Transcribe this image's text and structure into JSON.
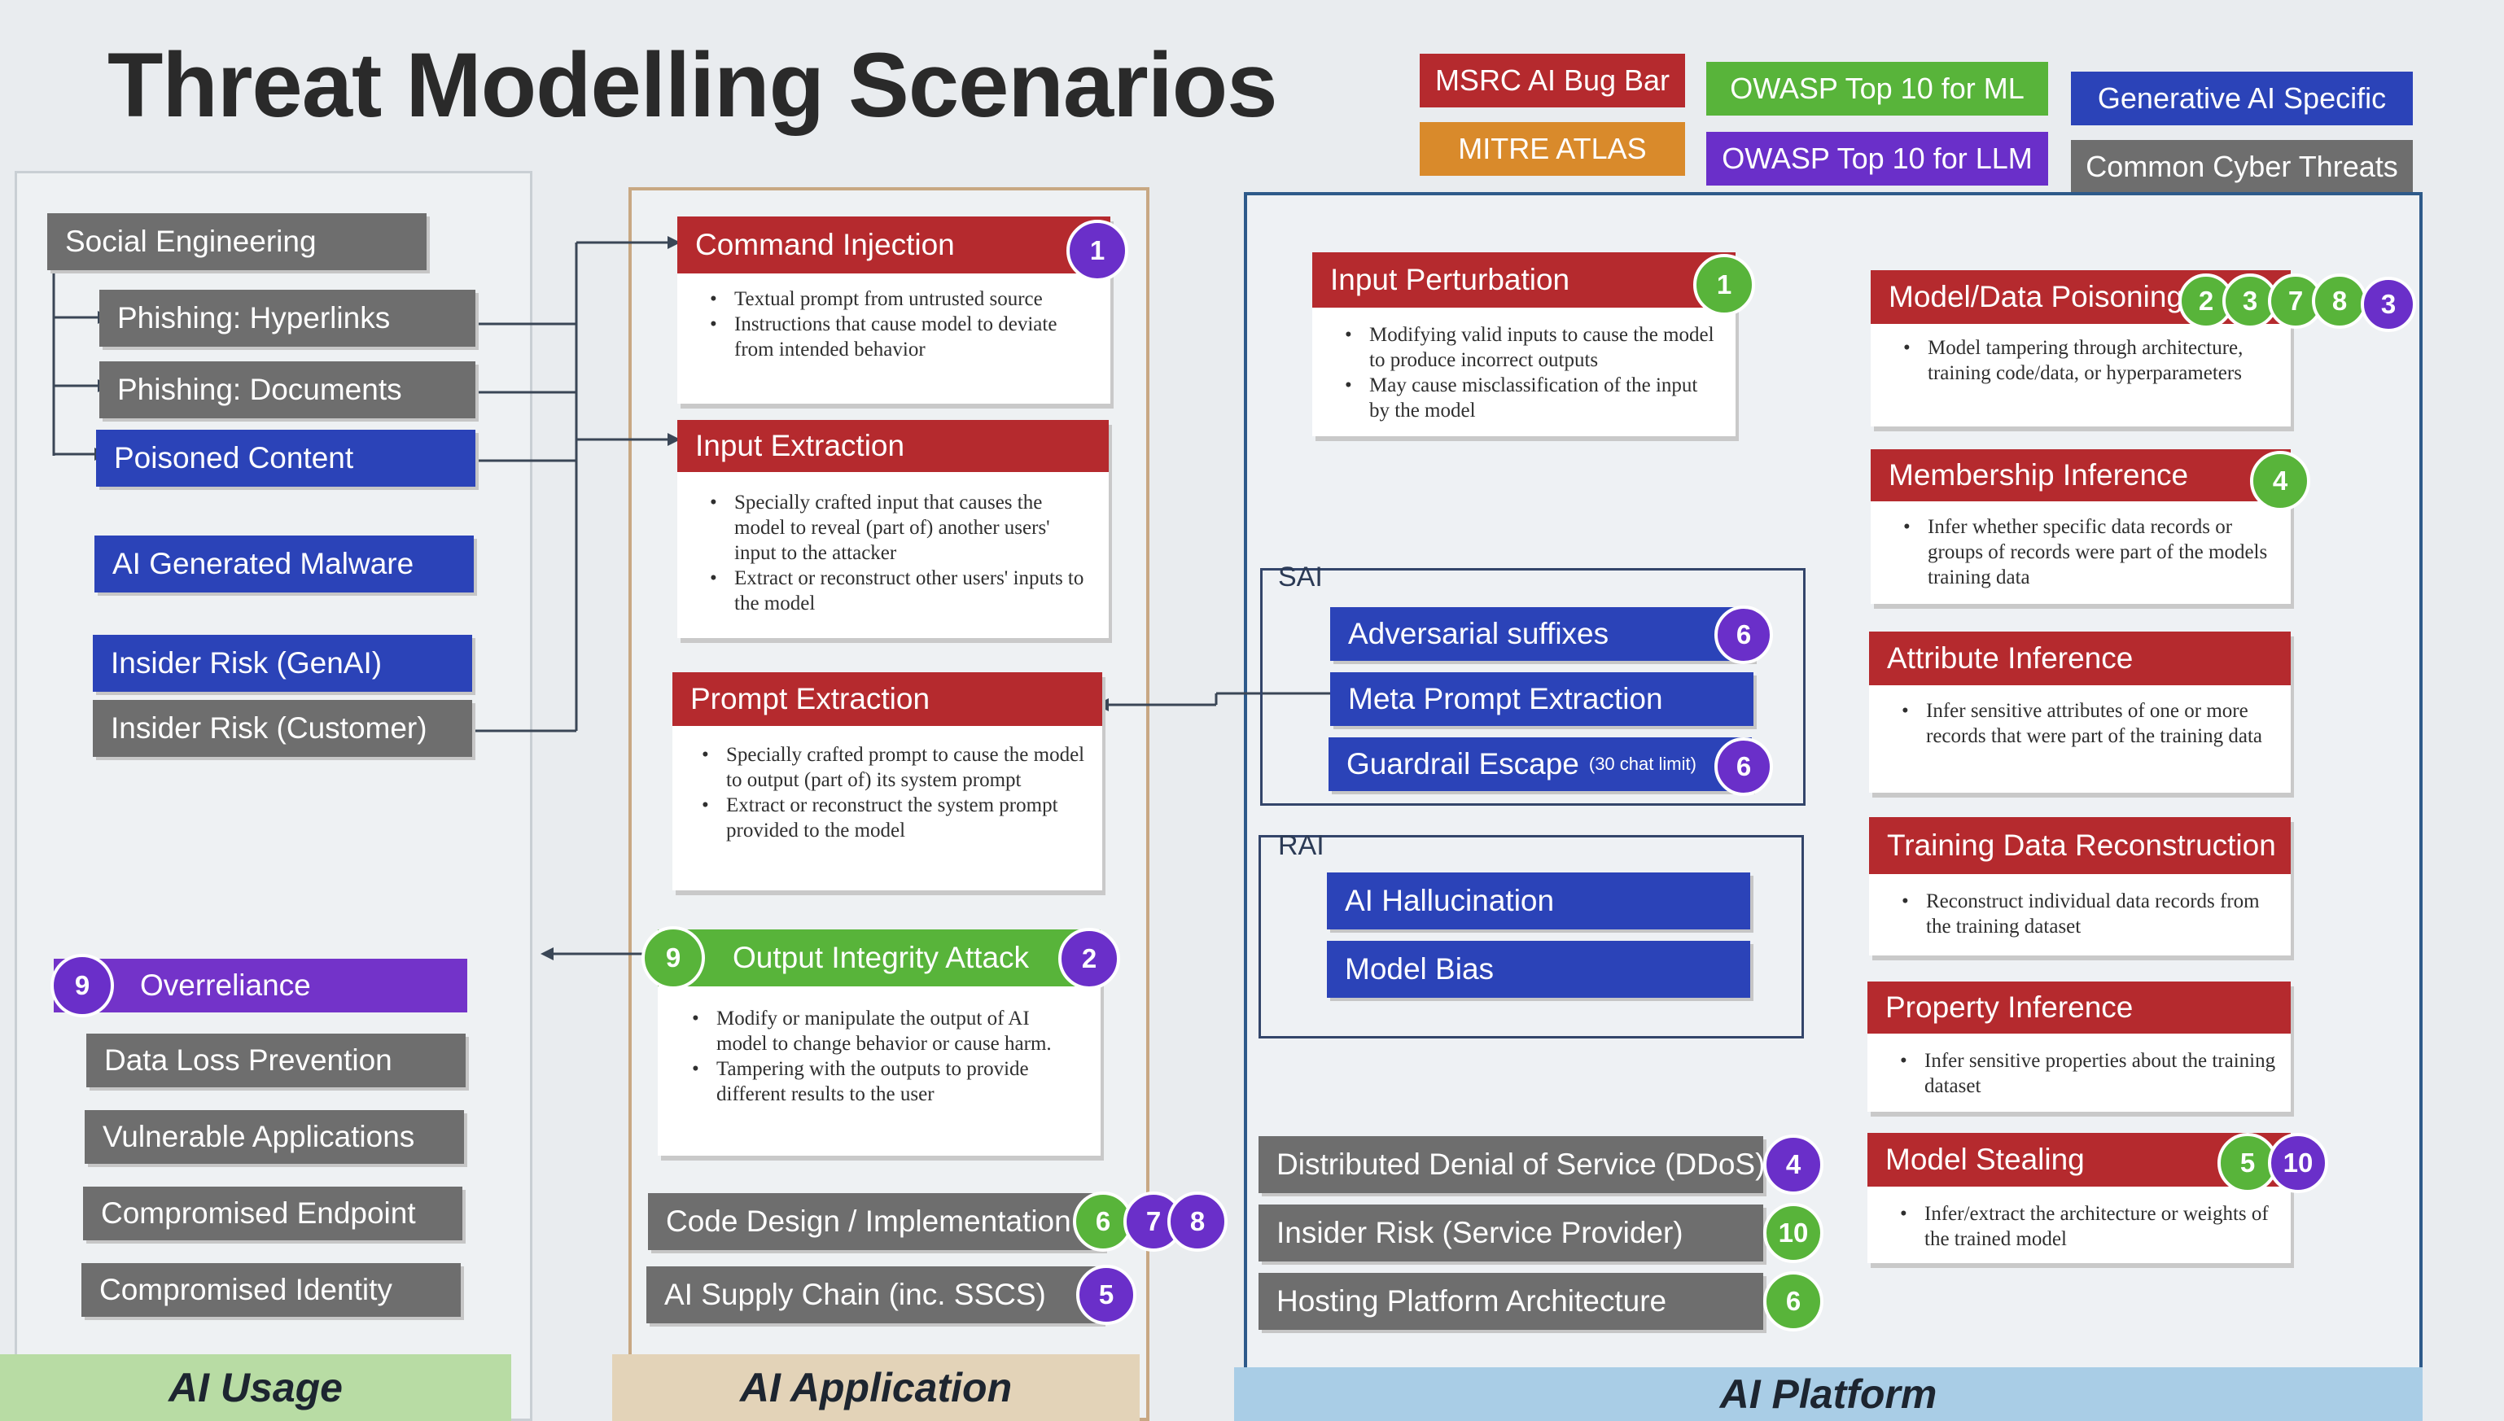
{
  "title": "Threat Modelling Scenarios",
  "legend": [
    {
      "label": "MSRC AI Bug Bar",
      "color": "#b52a2e"
    },
    {
      "label": "OWASP Top 10 for ML",
      "color": "#58b43a"
    },
    {
      "label": "Generative AI Specific",
      "color": "#2b43b8"
    },
    {
      "label": "MITRE ATLAS",
      "color": "#d98a2b"
    },
    {
      "label": "OWASP Top 10 for LLM",
      "color": "#6a2fc9"
    },
    {
      "label": "Common Cyber Threats",
      "color": "#6e6e6e"
    }
  ],
  "columns": {
    "usage": "AI Usage",
    "application": "AI Application",
    "platform": "AI Platform"
  },
  "usage": {
    "social_engineering": "Social Engineering",
    "phishing_hyperlinks": "Phishing: Hyperlinks",
    "phishing_documents": "Phishing: Documents",
    "poisoned_content": "Poisoned Content",
    "ai_generated_malware": "AI Generated Malware",
    "insider_risk_genai": "Insider Risk (GenAI)",
    "insider_risk_customer": "Insider Risk (Customer)",
    "overreliance": {
      "label": "Overreliance",
      "badge": "9"
    },
    "data_loss_prevention": "Data Loss Prevention",
    "vulnerable_applications": "Vulnerable Applications",
    "compromised_endpoint": "Compromised Endpoint",
    "compromised_identity": "Compromised Identity"
  },
  "application": {
    "command_injection": {
      "title": "Command Injection",
      "badge": "1",
      "bullets": [
        "Textual prompt from untrusted source",
        "Instructions that cause model to deviate from intended behavior"
      ]
    },
    "input_extraction": {
      "title": "Input Extraction",
      "bullets": [
        "Specially crafted input that causes the model to reveal (part of) another users' input to the attacker",
        "Extract or reconstruct other users' inputs to the model"
      ]
    },
    "prompt_extraction": {
      "title": "Prompt Extraction",
      "bullets": [
        "Specially crafted prompt to cause the model to output (part of) its system prompt",
        "Extract or reconstruct the system prompt provided to the model"
      ]
    },
    "output_integrity": {
      "title": "Output Integrity Attack",
      "badge_left": "9",
      "badge_right": "2",
      "bullets": [
        "Modify or manipulate the output of AI model to change behavior or cause harm.",
        "Tampering with the outputs to provide different results to the user"
      ]
    },
    "code_design": {
      "label": "Code Design / Implementation",
      "badges": [
        "6",
        "7",
        "8"
      ]
    },
    "supply_chain": {
      "label": "AI Supply Chain (inc. SSCS)",
      "badges": [
        "5"
      ]
    }
  },
  "platform": {
    "input_perturbation": {
      "title": "Input Perturbation",
      "badge": "1",
      "bullets": [
        "Modifying valid inputs to cause the model to produce incorrect outputs",
        "May cause misclassification of the input by the model"
      ]
    },
    "sai": {
      "label": "SAI",
      "adversarial_suffixes": {
        "label": "Adversarial suffixes",
        "badge": "6"
      },
      "meta_prompt_extraction": {
        "label": "Meta Prompt Extraction"
      },
      "guardrail_escape": {
        "label": "Guardrail Escape",
        "note": "(30 chat limit)",
        "badge": "6"
      }
    },
    "rai": {
      "label": "RAI",
      "ai_hallucination": "AI Hallucination",
      "model_bias": "Model Bias"
    },
    "ddos": {
      "label": "Distributed Denial of Service (DDoS)",
      "badge": "4"
    },
    "insider_risk_sp": {
      "label": "Insider Risk (Service Provider)",
      "badge": "10"
    },
    "hosting_platform": {
      "label": "Hosting Platform Architecture",
      "badge": "6"
    },
    "model_data_poisoning": {
      "title": "Model/Data Poisoning",
      "badges": [
        "2",
        "3",
        "7",
        "8"
      ],
      "badge_purple": "3",
      "bullets": [
        "Model tampering through architecture, training code/data, or hyperparameters"
      ]
    },
    "membership_inference": {
      "title": "Membership Inference",
      "badge": "4",
      "bullets": [
        "Infer whether specific data records or groups of records were part of the models training data"
      ]
    },
    "attribute_inference": {
      "title": "Attribute Inference",
      "bullets": [
        "Infer sensitive attributes of one or more records that were part of the training data"
      ]
    },
    "training_data_reconstruction": {
      "title": "Training Data Reconstruction",
      "bullets": [
        "Reconstruct individual data records from the training dataset"
      ]
    },
    "property_inference": {
      "title": "Property Inference",
      "bullets": [
        "Infer sensitive properties about the training dataset"
      ]
    },
    "model_stealing": {
      "title": "Model Stealing",
      "badge_green": "5",
      "badge_purple": "10",
      "bullets": [
        "Infer/extract the architecture or weights of the trained model"
      ]
    }
  }
}
